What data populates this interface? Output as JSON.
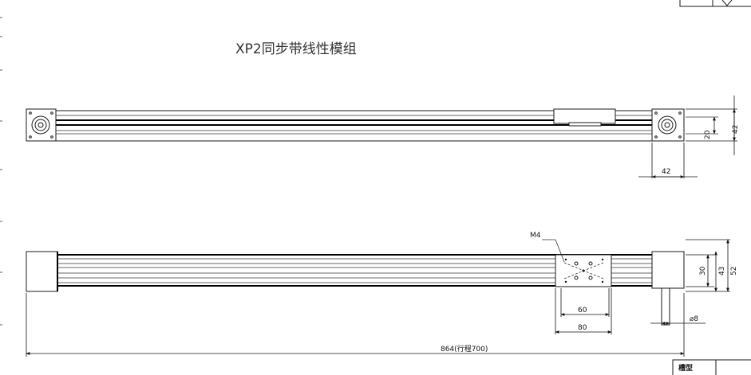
{
  "title": "XP2同步带线性模组",
  "dims": {
    "top_width": "42",
    "top_height_inner": "20",
    "top_height_outer": "42",
    "hole_label": "M4",
    "carriage_hole_spacing": "60",
    "carriage_width": "80",
    "shaft_dia": "⌀8",
    "height_inner": "30",
    "height_mid": "43",
    "height_outer": "52",
    "total_length": "864(行程700)"
  },
  "title_block": {
    "label": "槽型"
  }
}
